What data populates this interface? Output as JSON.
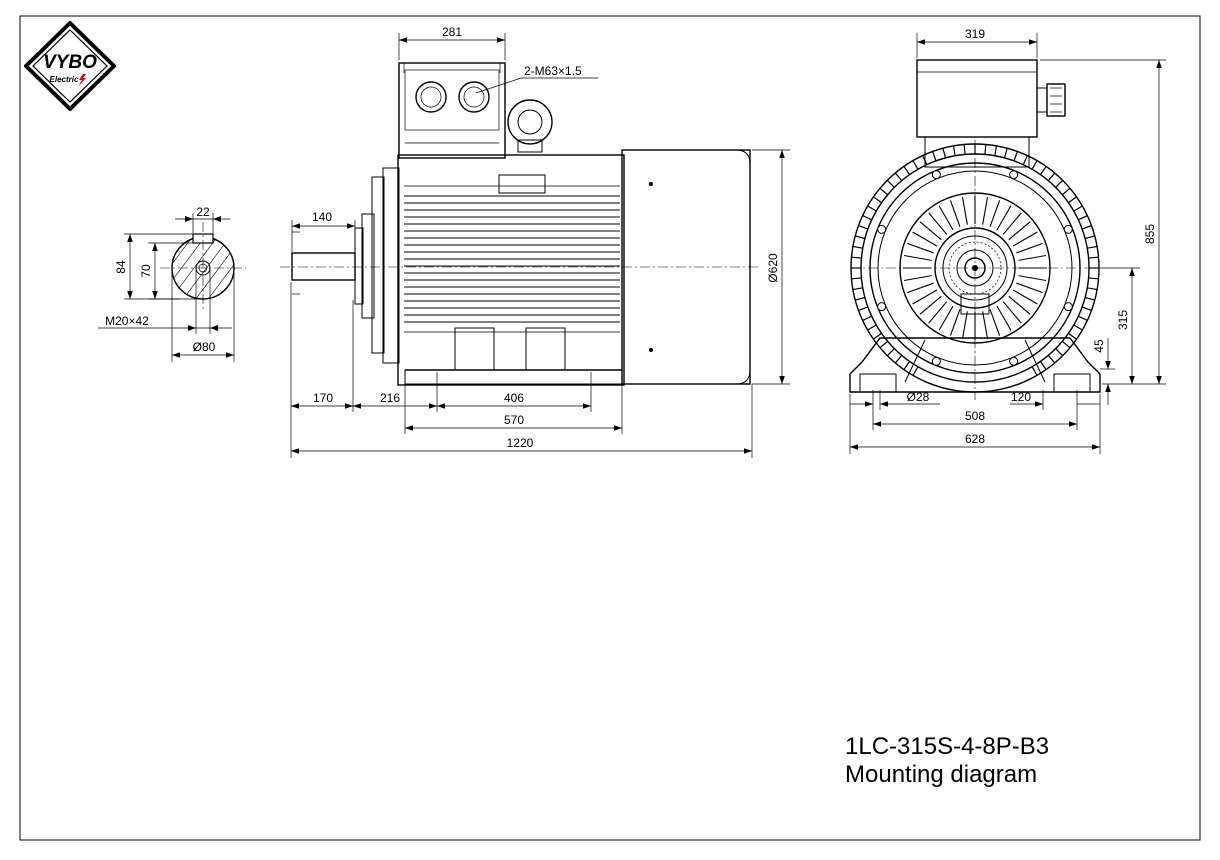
{
  "logo": {
    "brand": "VYBO",
    "sub": "Electric",
    "mark_color": "#cc0000"
  },
  "title": {
    "model": "1LC-315S-4-8P-B3",
    "subtitle": "Mounting diagram"
  },
  "shaft_section": {
    "key_width": "22",
    "height_84": "84",
    "height_70": "70",
    "thread": "M20×42",
    "diameter": "Ø80"
  },
  "side_view": {
    "tbox_width": "281",
    "cable_gland": "2-M63×1.5",
    "shaft_len": "140",
    "frame_dia": "Ø620",
    "d170": "170",
    "d216": "216",
    "d406": "406",
    "d570": "570",
    "d1220": "1220"
  },
  "end_view": {
    "tbox_width": "319",
    "overall_height": "855",
    "shaft_height": "315",
    "foot_height": "45",
    "hole_dia": "Ø28",
    "foot_width": "120",
    "hole_spacing": "508",
    "overall_width": "628"
  }
}
